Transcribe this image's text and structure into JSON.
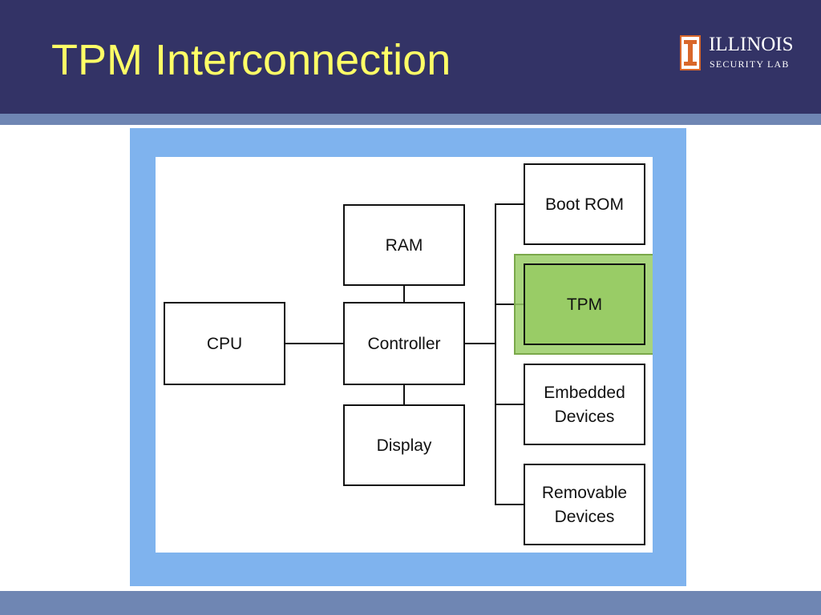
{
  "slide": {
    "title": "TPM Interconnection"
  },
  "logo": {
    "name": "ILLINOIS",
    "subtitle": "SECURITY LAB",
    "icon": "illinois-block-i-icon"
  },
  "colors": {
    "header_bg": "#333366",
    "stripe": "#6f86b3",
    "title_text": "#ffff66",
    "frame": "#7fb3ee",
    "tpm_highlight": "#99cc66",
    "logo_accent": "#d9672a"
  },
  "diagram": {
    "nodes": [
      {
        "id": "cpu",
        "lines": [
          "CPU"
        ]
      },
      {
        "id": "ram",
        "lines": [
          "RAM"
        ]
      },
      {
        "id": "controller",
        "lines": [
          "Controller"
        ]
      },
      {
        "id": "display",
        "lines": [
          "Display"
        ]
      },
      {
        "id": "boot-rom",
        "lines": [
          "Boot ROM"
        ]
      },
      {
        "id": "tpm",
        "lines": [
          "TPM"
        ],
        "highlighted": true
      },
      {
        "id": "embedded-devices",
        "lines": [
          "Embedded",
          "Devices"
        ]
      },
      {
        "id": "removable-devices",
        "lines": [
          "Removable",
          "Devices"
        ]
      }
    ],
    "edges": [
      {
        "from": "cpu",
        "to": "controller"
      },
      {
        "from": "ram",
        "to": "controller"
      },
      {
        "from": "controller",
        "to": "display"
      },
      {
        "from": "controller",
        "to": "boot-rom"
      },
      {
        "from": "controller",
        "to": "tpm"
      },
      {
        "from": "controller",
        "to": "embedded-devices"
      },
      {
        "from": "controller",
        "to": "removable-devices"
      }
    ]
  }
}
